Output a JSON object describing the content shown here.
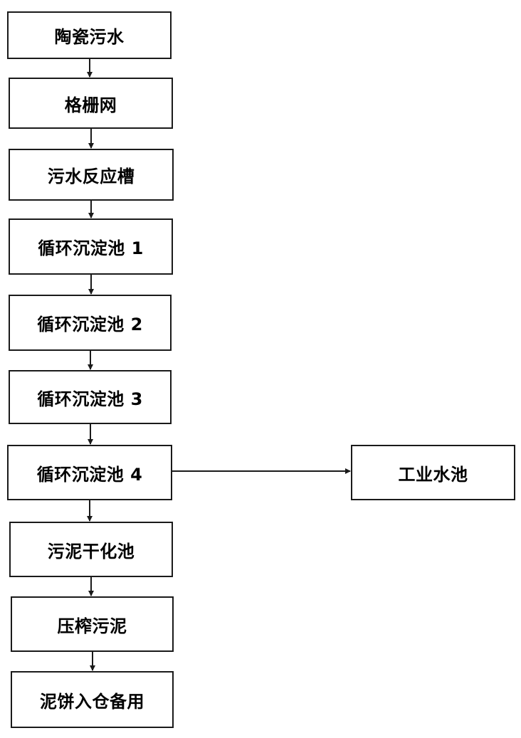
{
  "diagram": {
    "nodes": [
      {
        "id": "n1",
        "label": "陶瓷污水"
      },
      {
        "id": "n2",
        "label": "格栅网"
      },
      {
        "id": "n3",
        "label": "污水反应槽"
      },
      {
        "id": "n4",
        "label": "循环沉淀池 1"
      },
      {
        "id": "n5",
        "label": "循环沉淀池 2"
      },
      {
        "id": "n6",
        "label": "循环沉淀池 3"
      },
      {
        "id": "n7",
        "label": "循环沉淀池 4"
      },
      {
        "id": "n8",
        "label": "污泥干化池"
      },
      {
        "id": "n9",
        "label": "压榨污泥"
      },
      {
        "id": "n10",
        "label": "泥饼入仓备用"
      },
      {
        "id": "n11",
        "label": "工业水池"
      }
    ],
    "edges": [
      {
        "from": "n1",
        "to": "n2"
      },
      {
        "from": "n2",
        "to": "n3"
      },
      {
        "from": "n3",
        "to": "n4"
      },
      {
        "from": "n4",
        "to": "n5"
      },
      {
        "from": "n5",
        "to": "n6"
      },
      {
        "from": "n6",
        "to": "n7"
      },
      {
        "from": "n7",
        "to": "n8"
      },
      {
        "from": "n8",
        "to": "n9"
      },
      {
        "from": "n9",
        "to": "n10"
      },
      {
        "from": "n7",
        "to": "n11"
      }
    ],
    "line_color": "#1a1a1a"
  }
}
